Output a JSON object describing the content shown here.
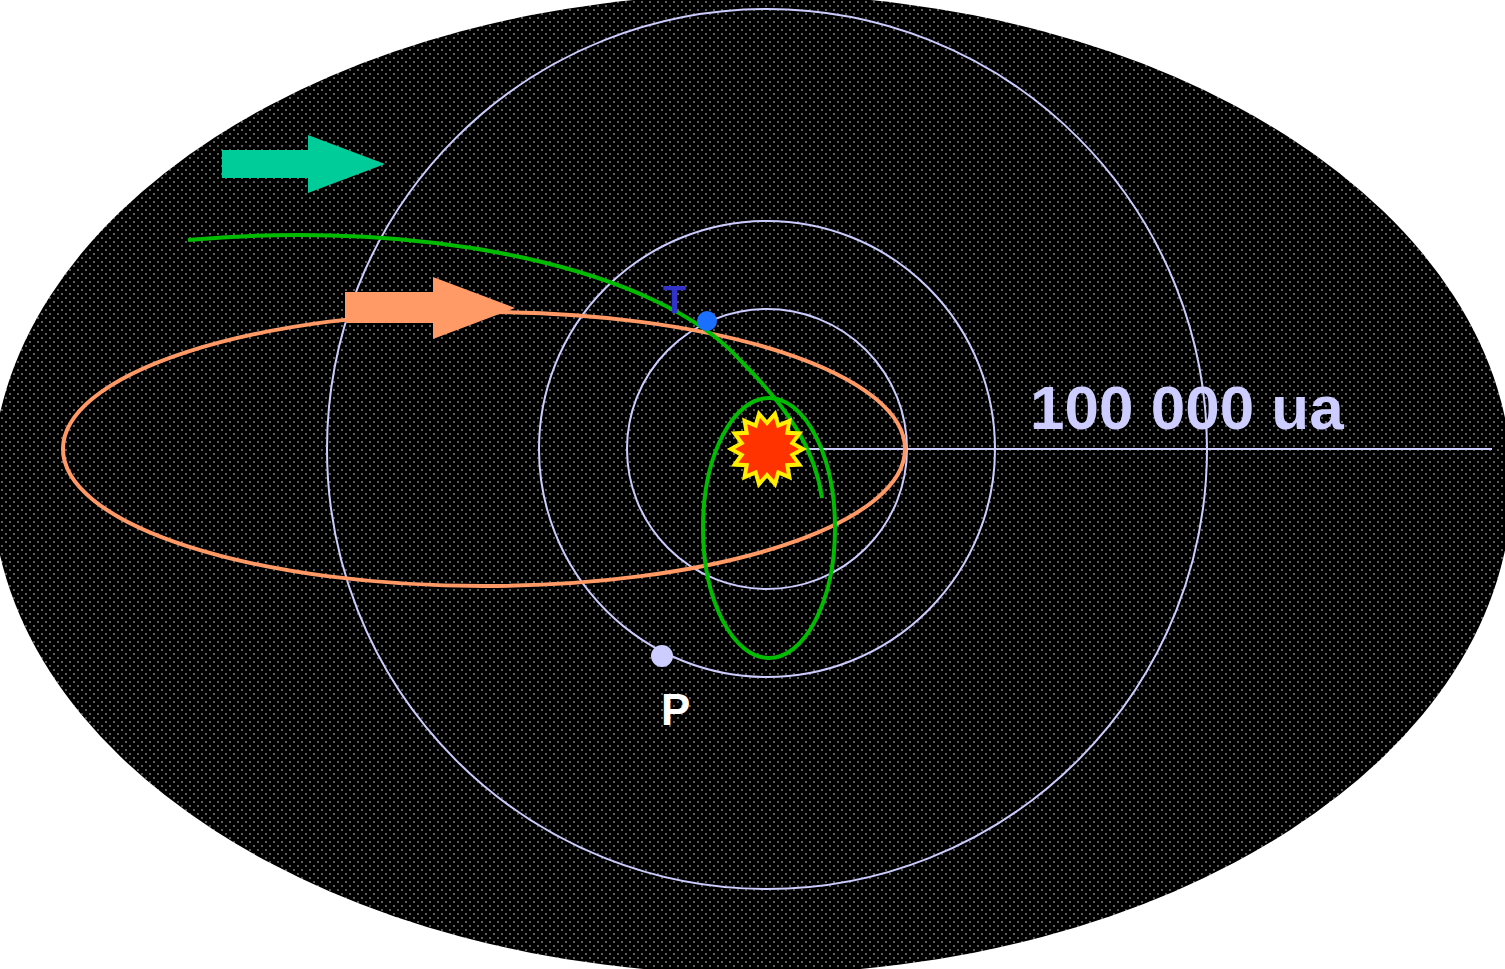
{
  "diagram": {
    "labels": [
      "T",
      "P",
      "100 000 ua"
    ]
  }
}
